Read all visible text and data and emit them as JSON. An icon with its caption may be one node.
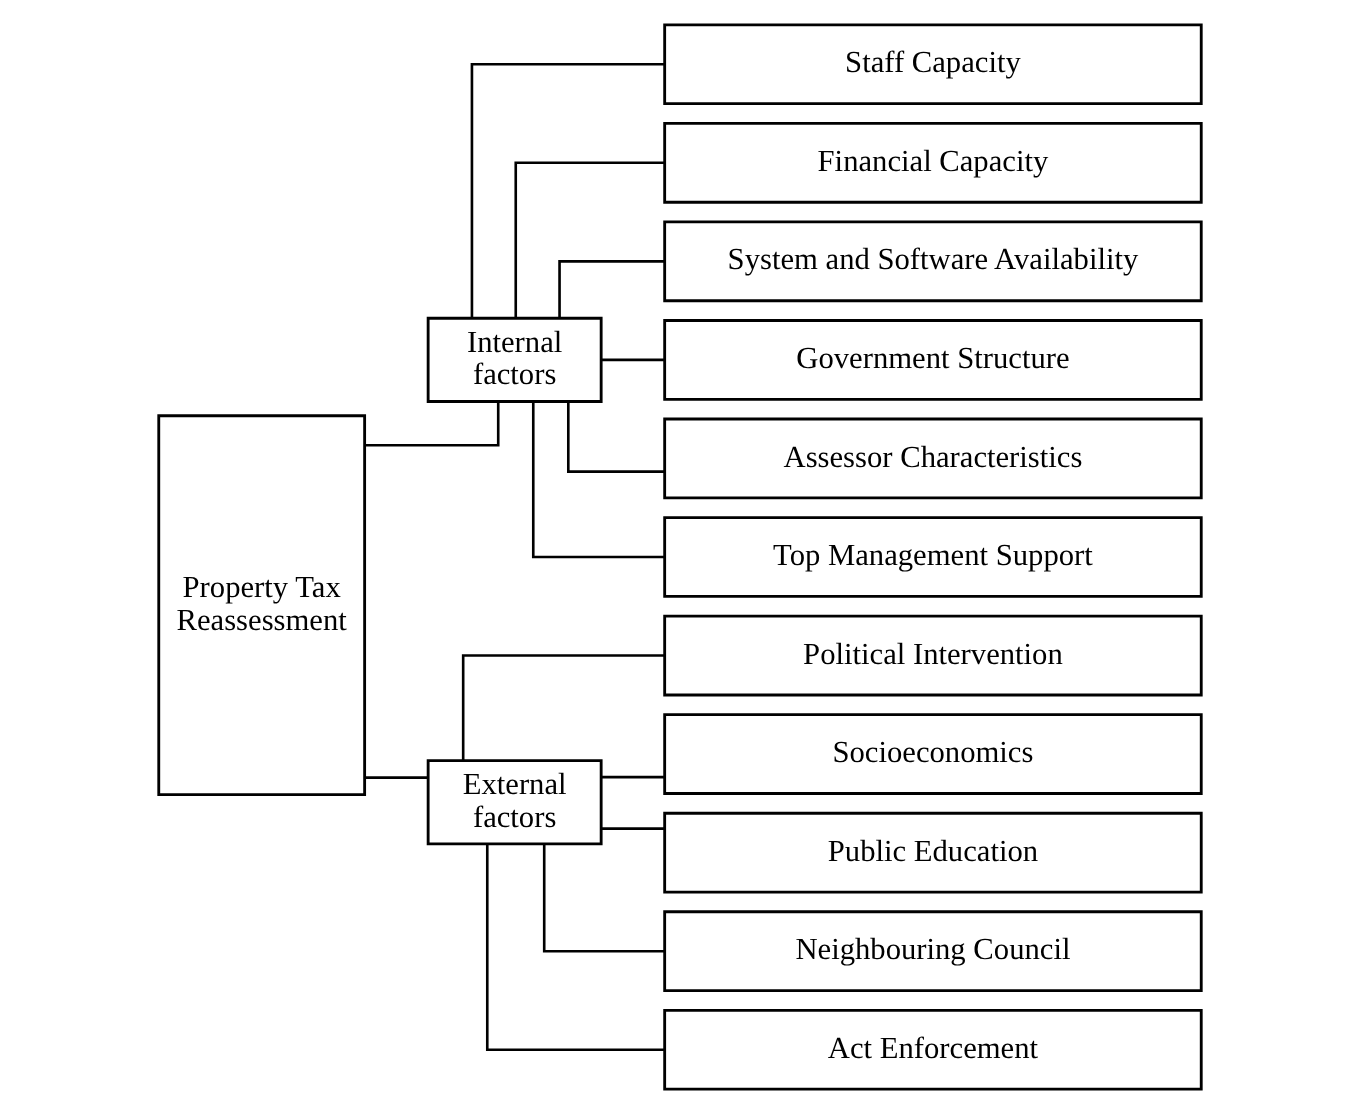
{
  "diagram": {
    "nodes": [
      {
        "text": [
          "Property Tax Reassessment"
        ]
      },
      {
        "text": [
          "Internal factors"
        ]
      },
      {
        "text": [
          "External factors"
        ]
      },
      {
        "text": [
          "Staff Capacity"
        ]
      },
      {
        "text": [
          "Financial Capacity"
        ]
      },
      {
        "text": [
          "System and Software Availability"
        ]
      },
      {
        "text": [
          "Government Structure"
        ]
      },
      {
        "text": [
          "Assessor Characteristics"
        ]
      },
      {
        "text": [
          "Top Management Support"
        ]
      },
      {
        "text": [
          "Political Intervention"
        ]
      },
      {
        "text": [
          "Socioeconomics"
        ]
      },
      {
        "text": [
          "Public Education"
        ]
      },
      {
        "text": [
          "Neighbouring Council"
        ]
      },
      {
        "text": [
          "Act Enforcement"
        ]
      }
    ],
    "edges": [
      {
        "from": 0,
        "to": 1,
        "arrow": "none"
      },
      {
        "from": 0,
        "to": 2,
        "arrow": "none"
      },
      {
        "from": 1,
        "to": 3,
        "arrow": "none"
      },
      {
        "from": 1,
        "to": 4,
        "arrow": "none"
      },
      {
        "from": 1,
        "to": 5,
        "arrow": "none"
      },
      {
        "from": 1,
        "to": 6,
        "arrow": "none"
      },
      {
        "from": 1,
        "to": 7,
        "arrow": "none"
      },
      {
        "from": 1,
        "to": 8,
        "arrow": "none"
      },
      {
        "from": 2,
        "to": 9,
        "arrow": "none"
      },
      {
        "from": 2,
        "to": 10,
        "arrow": "none"
      },
      {
        "from": 2,
        "to": 11,
        "arrow": "none"
      },
      {
        "from": 2,
        "to": 12,
        "arrow": "none"
      },
      {
        "from": 2,
        "to": 13,
        "arrow": "none"
      }
    ]
  }
}
